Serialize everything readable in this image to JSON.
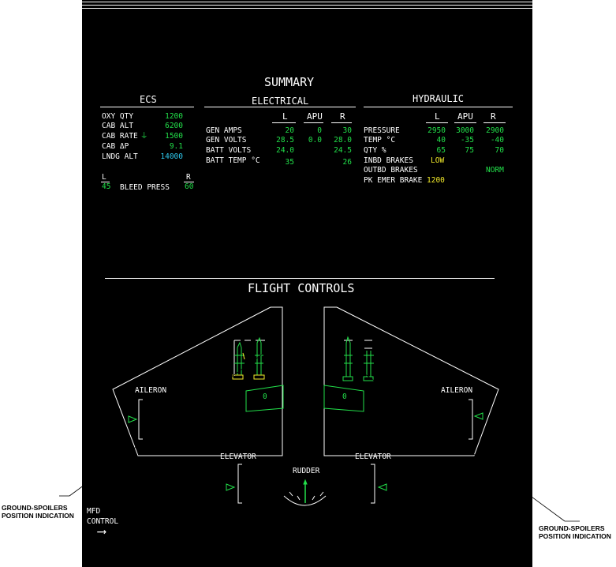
{
  "page_title": "SUMMARY",
  "ecs": {
    "title": "ECS",
    "rows": [
      {
        "label": "OXY QTY",
        "value": "1200",
        "color": "#22e04a"
      },
      {
        "label": "CAB ALT",
        "value": "6200",
        "color": "#22e04a"
      },
      {
        "label": "CAB RATE",
        "value": "1500",
        "color": "#22e04a",
        "arrow": "⏚"
      },
      {
        "label": "CAB ΔP",
        "value": "9.1",
        "color": "#22e04a"
      },
      {
        "label": "LNDG ALT",
        "value": "14000",
        "color": "#2ec9ee"
      }
    ],
    "bleed": {
      "left_label": "L",
      "right_label": "R",
      "left_value": "45",
      "right_value": "60",
      "label": "BLEED PRESS"
    }
  },
  "electrical": {
    "title": "ELECTRICAL",
    "columns": [
      "L",
      "APU",
      "R"
    ],
    "rows": [
      {
        "label": "GEN AMPS",
        "l": "20",
        "apu": "0",
        "r": "30"
      },
      {
        "label": "GEN VOLTS",
        "l": "28.5",
        "apu": "0.0",
        "r": "28.0"
      },
      {
        "label": "BATT VOLTS",
        "l": "24.0",
        "apu": "",
        "r": "24.5"
      },
      {
        "label": "BATT TEMP °C",
        "l": "35",
        "apu": "",
        "r": "26"
      }
    ]
  },
  "hydraulic": {
    "title": "HYDRAULIC",
    "columns": [
      "L",
      "APU",
      "R"
    ],
    "rows": [
      {
        "label": "PRESSURE",
        "l": "2950",
        "apu": "3000",
        "r": "2900"
      },
      {
        "label": "TEMP °C",
        "l": "40",
        "apu": "-35",
        "r": "-40"
      },
      {
        "label": "QTY %",
        "l": "65",
        "apu": "75",
        "r": "70"
      },
      {
        "label": "INBD BRAKES",
        "l": "LOW",
        "apu": "",
        "r": ""
      },
      {
        "label": "OUTBD BRAKES",
        "l": "",
        "apu": "",
        "r": "NORM"
      },
      {
        "label": "PK EMER BRAKE",
        "l": "1200",
        "apu": "",
        "r": ""
      }
    ]
  },
  "flight_controls": {
    "title": "FLIGHT CONTROLS",
    "aileron_left": "AILERON",
    "aileron_right": "AILERON",
    "elevator_left": "ELEVATOR",
    "elevator_right": "ELEVATOR",
    "rudder": "RUDDER",
    "flap_left_value": "0",
    "flap_right_value": "0"
  },
  "mfd_control": {
    "line1": "MFD",
    "line2": "CONTROL",
    "arrow": "⟶"
  },
  "callouts": {
    "left": {
      "line1": "GROUND-SPOILERS",
      "line2": "POSITION INDICATION"
    },
    "right": {
      "line1": "GROUND-SPOILERS",
      "line2": "POSITION INDICATION"
    }
  },
  "colors": {
    "green": "#22e04a",
    "yellow": "#f2ea2a",
    "cyan": "#2ec9ee",
    "white": "#ffffff",
    "background": "#000000"
  }
}
